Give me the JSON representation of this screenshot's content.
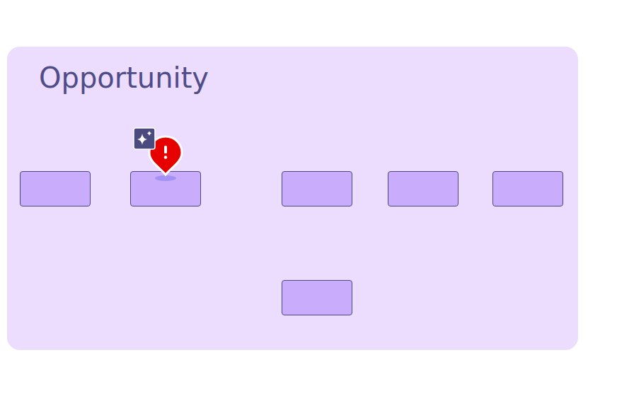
{
  "diagram": {
    "nodes": [
      {
        "text": [
          "Opportunity"
        ]
      },
      {
        "text": [],
        "in": 0
      },
      {
        "text": [],
        "in": 0
      },
      {
        "text": [],
        "in": 0
      },
      {
        "text": [],
        "in": 0
      },
      {
        "text": [],
        "in": 0
      },
      {
        "text": [],
        "in": 0
      }
    ],
    "edges": [
      {
        "from": 1,
        "to": 2,
        "arrow": "to"
      },
      {
        "from": 2,
        "to": 3,
        "arrow": "to"
      },
      {
        "from": 3,
        "to": 4,
        "arrow": "to"
      },
      {
        "from": 4,
        "to": 5,
        "arrow": "to"
      },
      {
        "from": 1,
        "to": 6,
        "arrow": "to"
      },
      {
        "from": 6,
        "to": 3,
        "arrow": "to"
      },
      {
        "from": 3,
        "to": 6,
        "arrow": "to"
      },
      {
        "from": 6,
        "to": 5,
        "arrow": "to"
      }
    ]
  }
}
